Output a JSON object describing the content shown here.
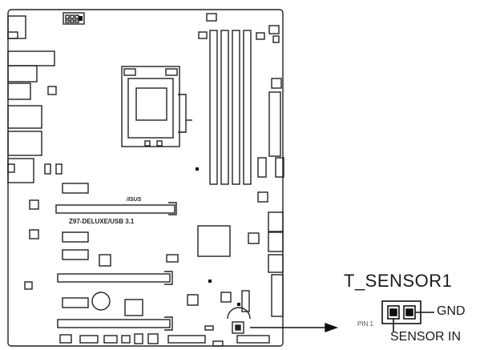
{
  "board": {
    "model": "Z97-DELUXE/USB 3.1",
    "brand": "/ISUS"
  },
  "header": {
    "title": "T_SENSOR1",
    "pin_label": "PIN 1",
    "gnd_label": "GND",
    "sensor_in_label": "SENSOR IN"
  }
}
